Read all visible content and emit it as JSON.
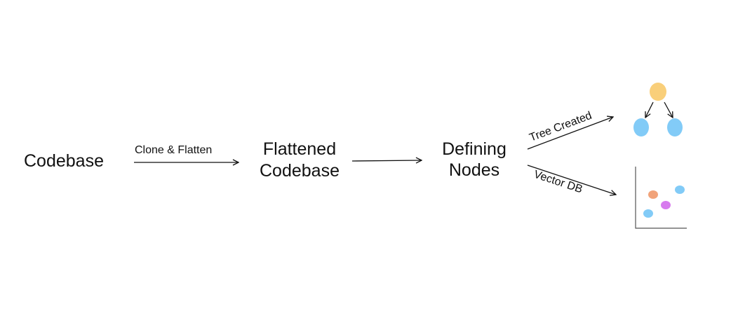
{
  "nodes": {
    "codebase": "Codebase",
    "flattened_line1": "Flattened",
    "flattened_line2": "Codebase",
    "defining_line1": "Defining",
    "defining_line2": "Nodes"
  },
  "edges": {
    "clone_flatten": "Clone & Flatten",
    "tree_created": "Tree Created",
    "vector_db": "Vector DB"
  },
  "colors": {
    "tree_root": "#F9CF7A",
    "tree_child": "#82CBF7",
    "point_orange": "#F1A37A",
    "point_purple": "#D77BEE",
    "point_blue": "#82CBF7"
  },
  "icons": {
    "tree": "tree-diagram-icon",
    "vector_plot": "scatter-plot-icon"
  }
}
